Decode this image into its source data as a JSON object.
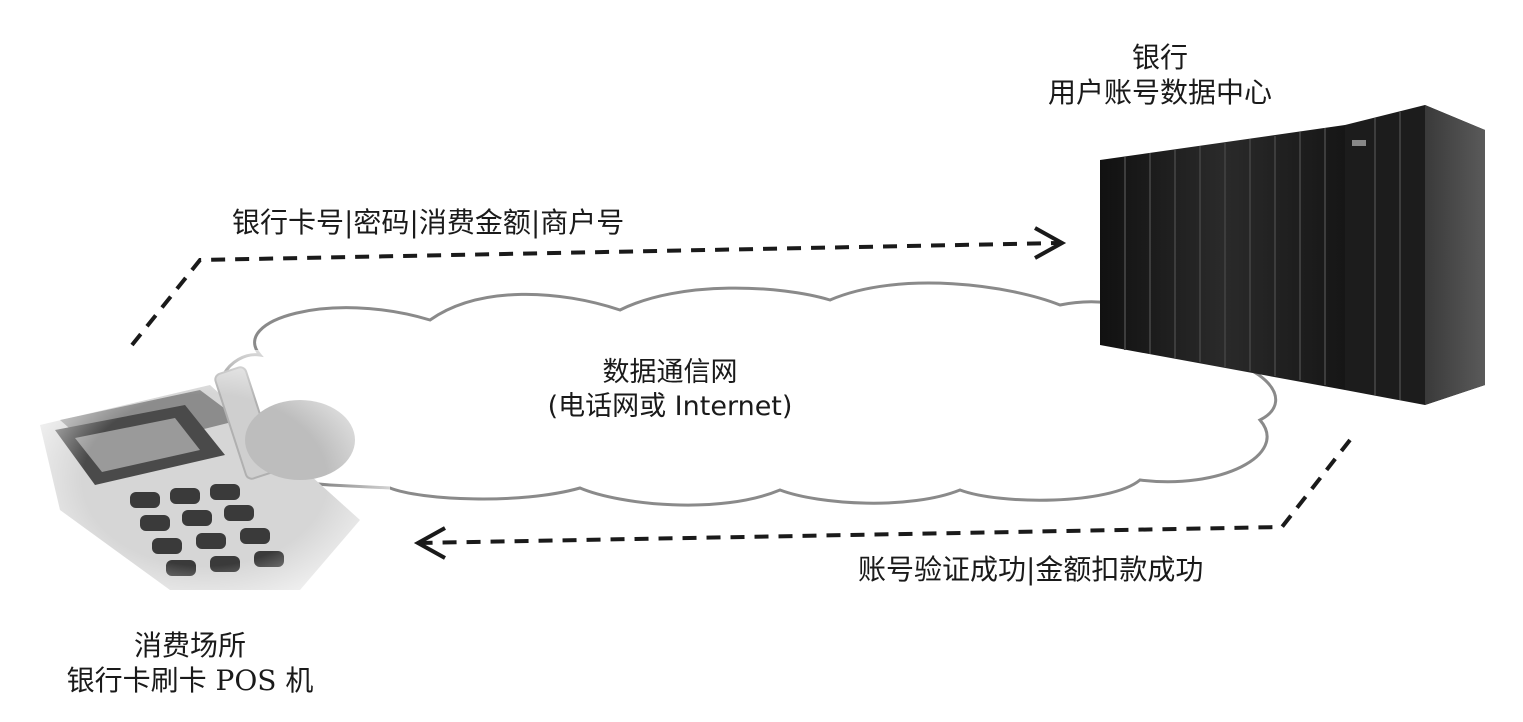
{
  "bank": {
    "line1": "银行",
    "line2": "用户账号数据中心"
  },
  "request_label": "银行卡号|密码|消费金额|商户号",
  "response_label": "账号验证成功|金额扣款成功",
  "network": {
    "line1": "数据通信网",
    "line2": "(电话网或 Internet)"
  },
  "pos": {
    "line1": "消费场所",
    "line2": "银行卡刷卡 POS 机"
  },
  "colors": {
    "stroke": "#1a1a1a",
    "cloud_stroke": "#8a8a8a",
    "server": "#222222",
    "device": "#777777"
  },
  "icons": {
    "server": "server-rack-icon",
    "pos": "pos-terminal-icon",
    "cloud": "cloud-icon"
  }
}
